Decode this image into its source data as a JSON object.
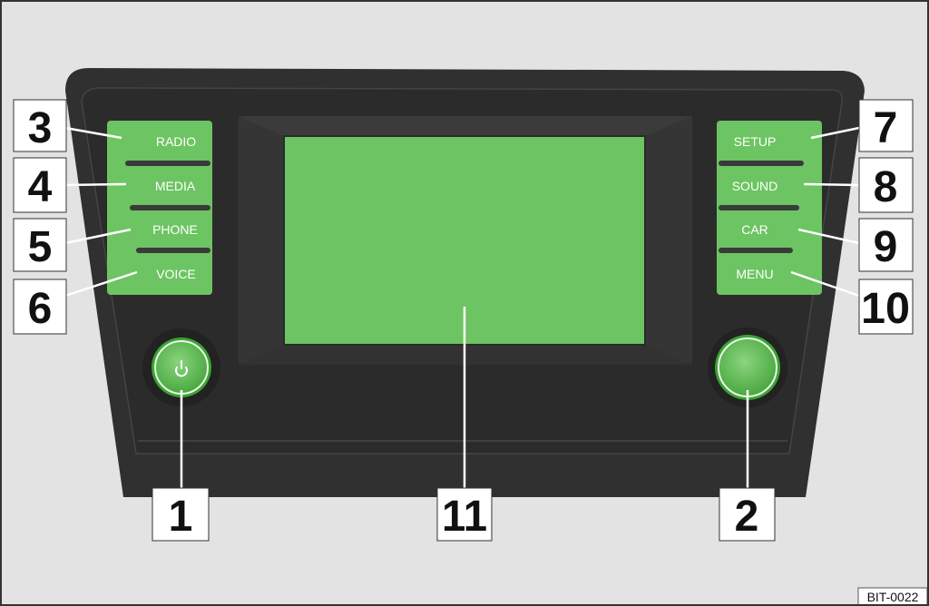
{
  "colors": {
    "background": "#e3e3e3",
    "housing": "#303030",
    "bezel": "#3b3b3b",
    "green": "#6dc462",
    "green_light": "#82d879",
    "leader": "#ffffff"
  },
  "buttons_left": [
    {
      "id": "radio",
      "label": "RADIO",
      "callout": "3"
    },
    {
      "id": "media",
      "label": "MEDIA",
      "callout": "4"
    },
    {
      "id": "phone",
      "label": "PHONE",
      "callout": "5"
    },
    {
      "id": "voice",
      "label": "VOICE",
      "callout": "6"
    }
  ],
  "buttons_right": [
    {
      "id": "setup",
      "label": "SETUP",
      "callout": "7"
    },
    {
      "id": "sound",
      "label": "SOUND",
      "callout": "8"
    },
    {
      "id": "car",
      "label": "CAR",
      "callout": "9"
    },
    {
      "id": "menu",
      "label": "MENU",
      "callout": "10"
    }
  ],
  "power_knob": {
    "icon": "power-icon",
    "callout": "1"
  },
  "rotary_knob": {
    "callout": "2"
  },
  "screen": {
    "callout": "11"
  },
  "figure_code": "BIT-0022"
}
